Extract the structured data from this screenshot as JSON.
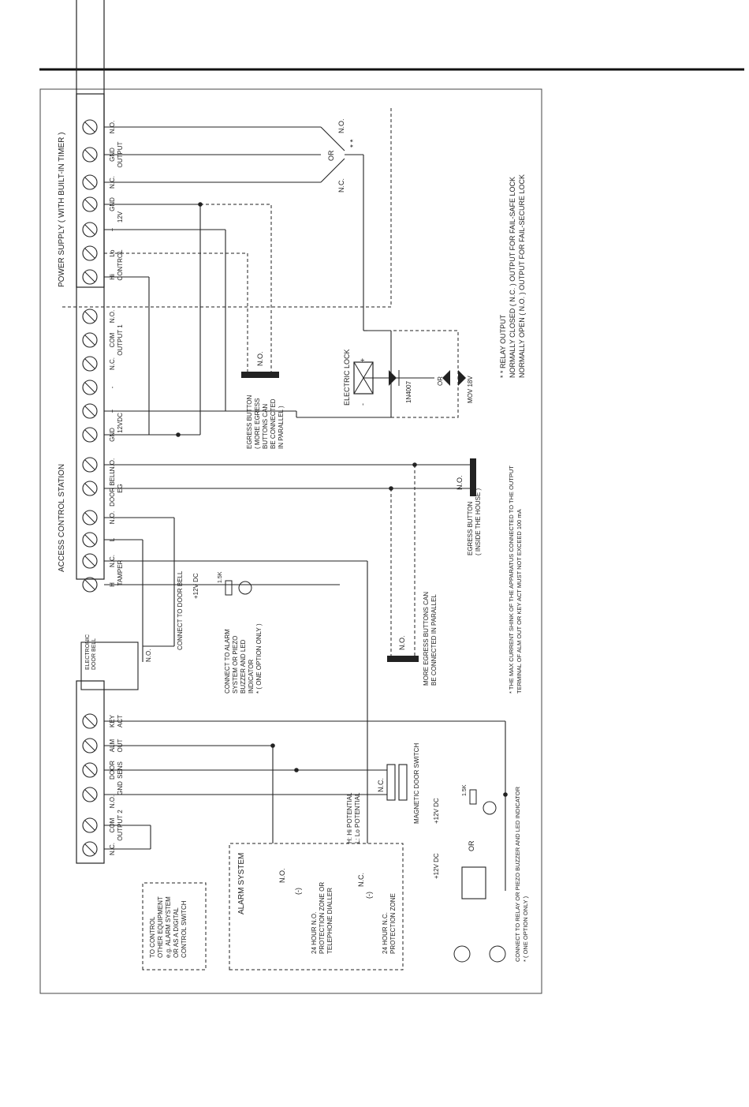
{
  "colors": {
    "ink": "#222222",
    "paper": "#ffffff"
  },
  "diagram_data": {
    "power_supply": {
      "title": "POWER SUPPLY ( WITH BUILT-IN TIMER )",
      "terminals": [
        "Hi",
        "Lo",
        "+",
        "GND",
        "N.C.",
        "GND",
        "N.O."
      ],
      "groups": [
        "CONTROL",
        "12V",
        "OUTPUT"
      ]
    },
    "access_control_station": {
      "title": "ACCESS CONTROL STATION",
      "top_terminals": [
        "N.C.",
        "COM",
        "N.O.",
        "DOOR",
        "ALM",
        "KEY"
      ],
      "top_groups": [
        "OUTPUT 2",
        "SENS",
        "GND",
        "OUT",
        "ACT"
      ],
      "bottom_terminals": [
        "H",
        "N.C.",
        "L",
        "N.O.",
        "DOOR BELL",
        "N.O.",
        "GND",
        "+",
        "-",
        "N.C.",
        "COM",
        "N.O."
      ],
      "bottom_groups": [
        "TAMPER",
        "EG",
        "12VDC",
        "OUTPUT 1"
      ]
    },
    "labels": {
      "relay_or": "OR",
      "relay_no": "N.O.",
      "relay_nc": "N.C.",
      "relay_stars": "* *",
      "relay_note": "* * RELAY OUTPUT",
      "relay_note_nc": "NORMALLY CLOSED ( N.C. ) OUTPUT FOR FAIL-SAFE LOCK",
      "relay_note_no": "NORMALLY OPEN ( N.O. ) OUTPUT FOR FAIL-SECURE LOCK",
      "electric_lock": "ELECTRIC LOCK",
      "lock_plus": "+",
      "lock_minus": "-",
      "diode": "1N4007",
      "or": "OR",
      "mov": "MOV 18V",
      "egress_no": "N.O.",
      "egress_note_1": "EGRESS BUTTON",
      "egress_note_2": "( MORE EGRESS",
      "egress_note_3": "BUTTONS CAN",
      "egress_note_4": "BE CONNECTED",
      "egress_note_5": "IN PARALLEL )",
      "egress_house_no": "N.O.",
      "egress_house_1": "EGRESS BUTTON",
      "egress_house_2": "( INSIDE THE HOUSE )",
      "more_egress_no": "N.O.",
      "more_egress_1": "MORE EGRESS BUTTONS CAN",
      "more_egress_2": "BE CONNECTED IN PARALLEL",
      "current_note_1": "* THE MAX CURRENT SHINK OF THE APPARATUS CONNECTED TO THE OUTPUT",
      "current_note_2": "TERMINAL OF ALM OUT OR KEY ACT MUST NOT EXCEED 100 mA",
      "doorbell_1": "ELECTRONIC",
      "doorbell_2": "DOOR BELL",
      "doorbell_no": "N.O.",
      "connect_doorbell": "CONNECT TO DOOR BELL",
      "v12_top": "+12V DC",
      "r1k5_top": "1.5K",
      "alarm_connect_1": "CONNECT TO ALARM",
      "alarm_connect_2": "SYSTEM OR PIEZO",
      "alarm_connect_3": "BUZZER AND LED",
      "alarm_connect_4": "INDICATOR",
      "alarm_connect_5": "* ( ONE OPTION ONLY )",
      "to_control_1": "TO CONTROL",
      "to_control_2": "OTHER EQUIPMENT",
      "to_control_3": "e.g. ALARM SYSTEM",
      "to_control_4": "OR AS A DIGITAL",
      "to_control_5": "CONTROL SWITCH",
      "alarm_system": "ALARM SYSTEM",
      "alarm_no": "N.O.",
      "alarm_neg1": "(-)",
      "alarm_nc": "N.C.",
      "alarm_neg2": "(-)",
      "zone_no_1": "24 HOUR N.O.",
      "zone_no_2": "PROTECTION ZONE OR",
      "zone_no_3": "TELEPHONE DIALLER",
      "zone_nc_1": "24 HOUR N.C.",
      "zone_nc_2": "PROTECTION ZONE",
      "hi_potential": "H: Hi POTENTIAL",
      "lo_potential": "L: Lo POTENTIAL",
      "mag_nc": "N.C.",
      "mag_switch": "MAGNETIC DOOR SWITCH",
      "v12_bottom": "+12V DC",
      "r1k5_bottom": "1.5K",
      "v12_relay": "+12V DC",
      "or_bottom": "OR",
      "relay_connect_1": "CONNECT TO RELAY OR PIEZO BUZZER AND LED INDICATOR",
      "relay_connect_2": "* ( ONE OPTION ONLY )"
    }
  }
}
